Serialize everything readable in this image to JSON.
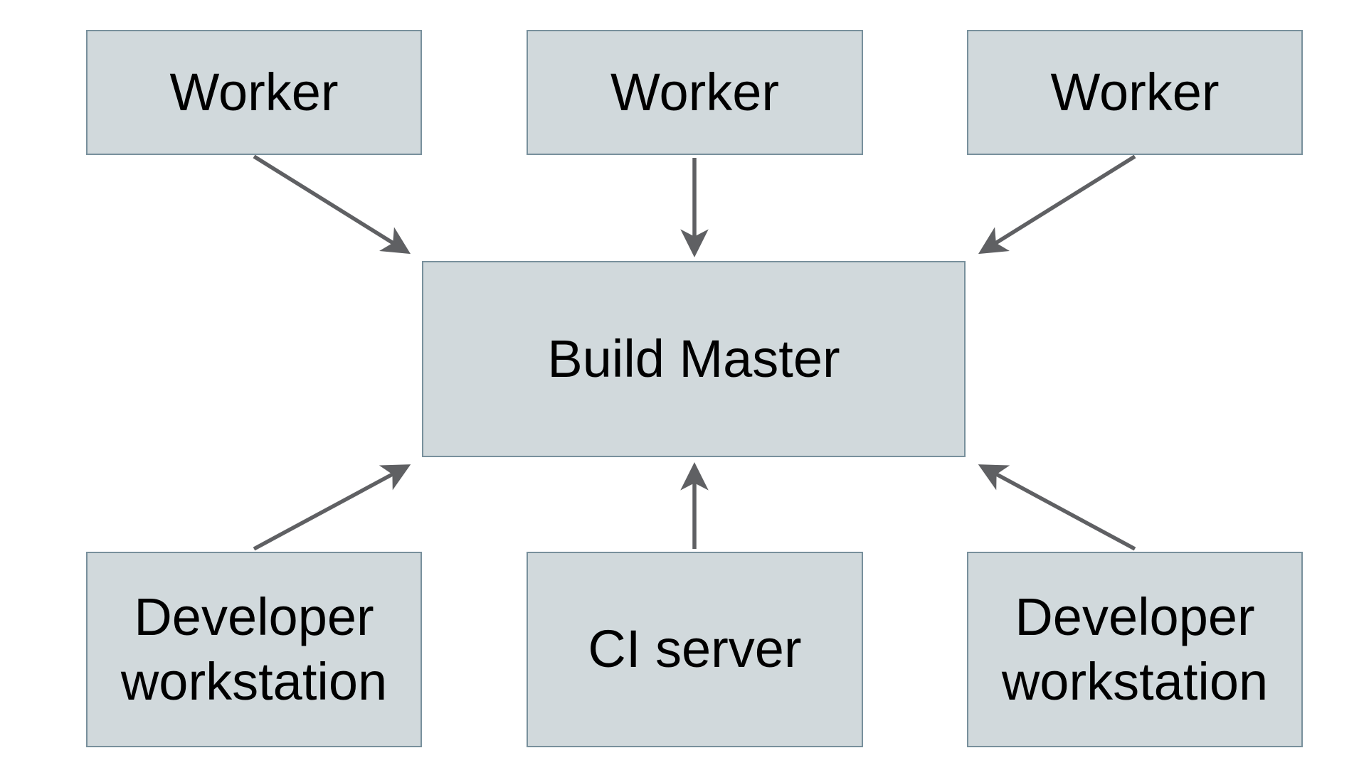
{
  "diagram": {
    "colors": {
      "background": "#ffffff",
      "node_fill": "#d1d9dc",
      "node_border": "#78909c",
      "arrow": "#5f6063",
      "text": "#000000"
    },
    "nodes": [
      {
        "id": "worker-left",
        "label": "Worker"
      },
      {
        "id": "worker-center",
        "label": "Worker"
      },
      {
        "id": "worker-right",
        "label": "Worker"
      },
      {
        "id": "build-master",
        "label": "Build Master"
      },
      {
        "id": "developer-workstation-left",
        "label": "Developer workstation"
      },
      {
        "id": "ci-server",
        "label": "CI server"
      },
      {
        "id": "developer-workstation-right",
        "label": "Developer workstation"
      }
    ],
    "edges": [
      {
        "from": "worker-left",
        "to": "build-master"
      },
      {
        "from": "worker-center",
        "to": "build-master"
      },
      {
        "from": "worker-right",
        "to": "build-master"
      },
      {
        "from": "developer-workstation-left",
        "to": "build-master"
      },
      {
        "from": "ci-server",
        "to": "build-master"
      },
      {
        "from": "developer-workstation-right",
        "to": "build-master"
      }
    ]
  }
}
